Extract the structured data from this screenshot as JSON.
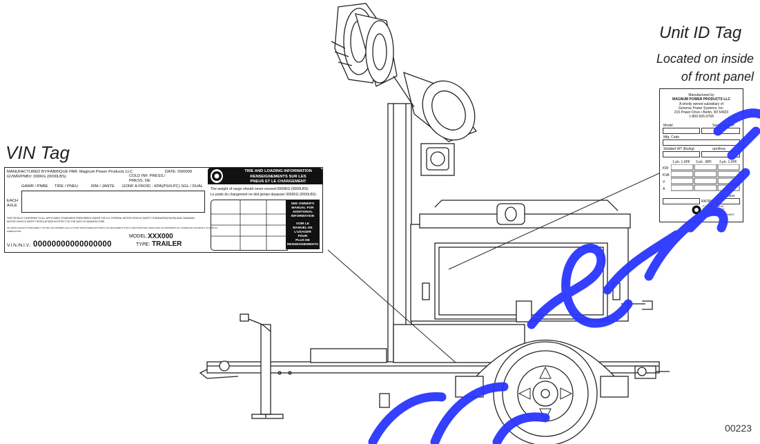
{
  "labels": {
    "vin_tag_title": "VIN Tag",
    "unit_id_title": "Unit ID Tag",
    "unit_id_subtitle_1": "Located on inside",
    "unit_id_subtitle_2": "of front panel",
    "figure_number": "00223"
  },
  "vin_tag": {
    "manufactured_by": "MANUFACTURED BY/FABRIQUE PAR:  Magnum Power Products LLC",
    "gvwr": "GVWR/PNBV:   000KG (0000LBS)",
    "cold_inf_press_1": "COLD INF. PRESS./",
    "cold_inf_press_2": "PRESS. DE",
    "date": "DATE:    00/0000",
    "col_gawr": "GAWR / PNBE",
    "col_tire": "TIRE / PNEU",
    "col_rim": "RIM / JANTE",
    "col_gonf": "GONF A FROID - KPA(PSI/LPC) SGL / DUAL",
    "each_axle_1": "EACH",
    "each_axle_2": "AXLE",
    "conform_en": "THIS VEHICLE CONFORMS TO ALL APPLICABLE STANDARDS PRESCRIBED UNDER THE U.S. FEDERAL MOTOR VEHICLE SAFETY STANDARDS(FMVSS) AND CANADIAN",
    "conform_en_2": "MOTOR VEHICLE SAFETY REGULATIONS IN EFFECT ON THE DATE OF MANUFACTURE.",
    "conform_fr": "CE VEHICULE EST CONFORME A TOUTES LES NORMES QUI LUI SONT APPLICABLES EN VERTU DU REGLEMENT SUR LA SECURITE DES VEHICULES AUTOMOBILES DU CANADA EN VIGUEUR A LA DATE SA",
    "conform_fr_2": "FABRICATION.",
    "model_label": "MODEL:",
    "model_value": "XXX000",
    "vin_label": "V.I.N./N.I.V.:",
    "vin_value": "00000000000000000",
    "type_label": "TYPE:",
    "type_value": "TRAILER",
    "tire_info_1": "TIRE AND LOADING INFORMATION",
    "tire_info_2": "RENSEIGNEMENTS SUR LES",
    "tire_info_3": "PNEUS ET LE CHARGEMENT",
    "cargo_en": "The weight of cargo should never exceed 0000KG (0000LBS)",
    "cargo_fr": "Le poids du chargement ne doit jamais depasser 0000KG (0000LBS)",
    "see_manual": [
      "SEE OWNER'S",
      "MANUAL FOR",
      "ADDITIONAL",
      "INFORMATION",
      "",
      "VOIR LE",
      "MANUEL DE",
      "L'USAGER",
      "POUR",
      "PLUS DE",
      "RENSEIGNEMENTS"
    ]
  },
  "unit_id_tag": {
    "manufactured_by": "Manufactured by",
    "company": "MAGNUM POWER PRODUCTS LLC",
    "subsidiary_1": "A wholly owned subsidiary of",
    "subsidiary_2": "Generac Power Systems, Inc.",
    "address": "215 Power Drive • Berlin, WI 54923",
    "phone": "1-800-926-9768",
    "model": "Model",
    "serial": "Serial Number",
    "mfg_code": "Mfg. Code",
    "skidded_wt": "Skidded WT (lbs/kg)",
    "rpm_freq": "rpm/freq",
    "ph1": "1 ph. 1.0PF",
    "ph3_8": "3 ph. .8PF",
    "ph3_1": "3 ph. 1.0PF",
    "kw": "KW",
    "kva": "KVA",
    "v": "V",
    "a": "A",
    "insul_class": "insul. class",
    "rating": "RATING",
    "elec_1": "FOR ELECTRICAL",
    "elec_2": "EQUIPMENT ONLY",
    "elec_3": "POUR MATERIEL",
    "elec_4": "ELECTRIQUE SEULEMENT"
  },
  "colors": {
    "watermark": "#2a35ff",
    "line": "#222222"
  }
}
